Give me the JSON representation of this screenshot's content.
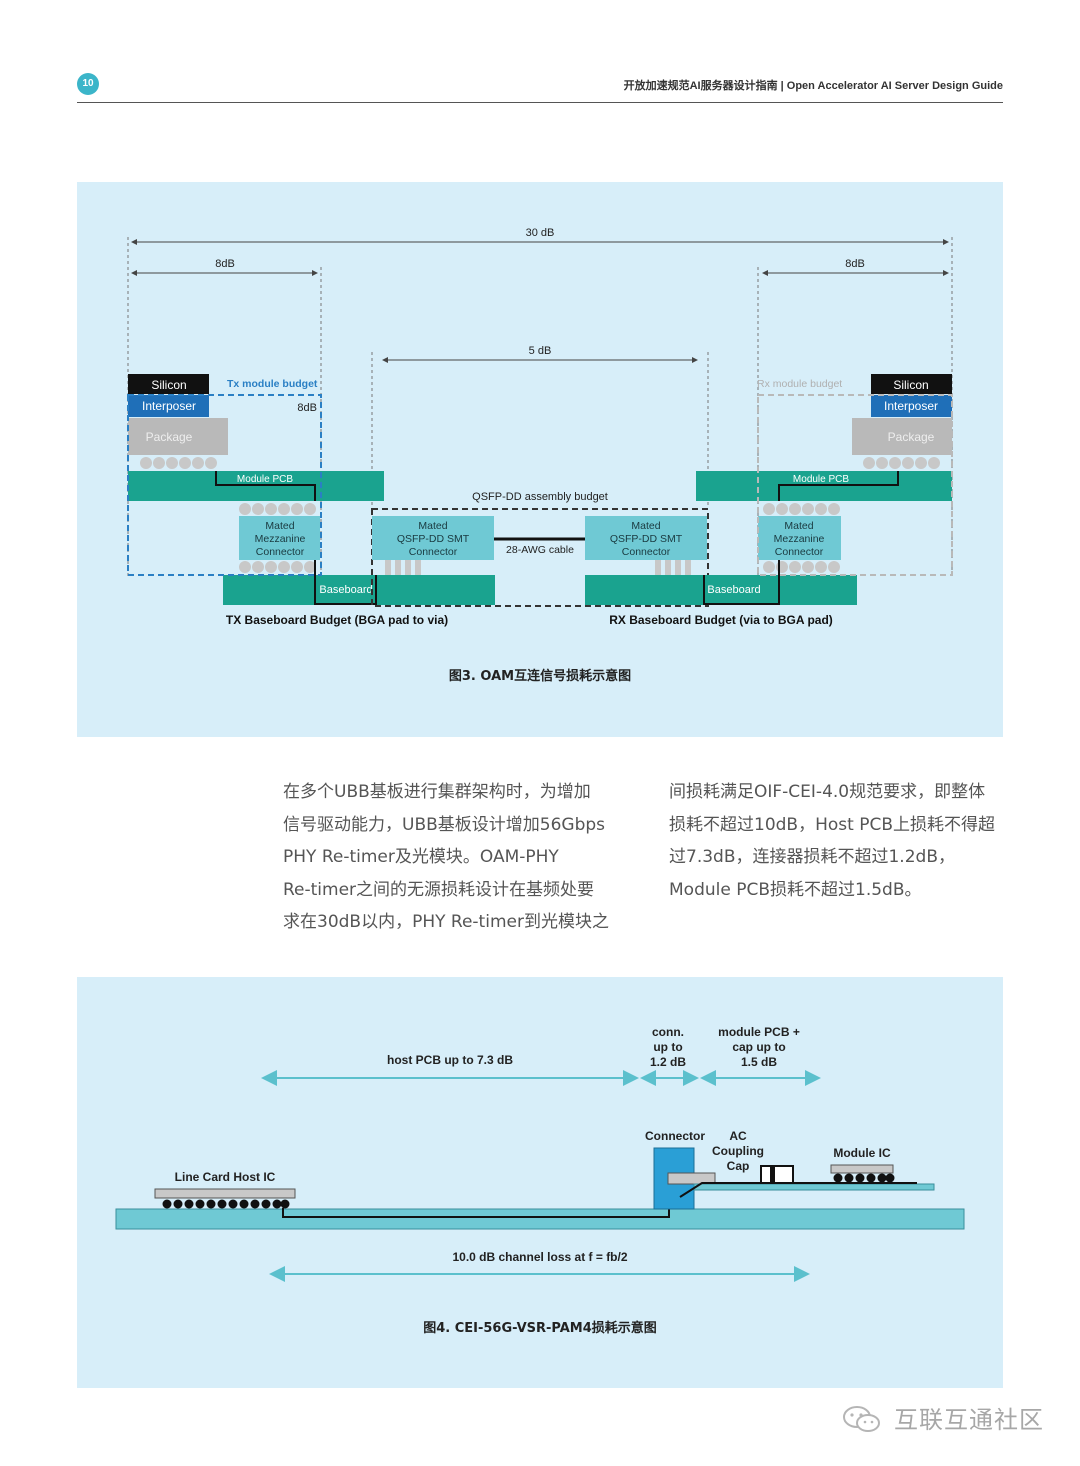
{
  "header": {
    "page_number": "10",
    "title": "开放加速规范AI服务器设计指南 | Open Accelerator AI Server Design Guide"
  },
  "figure3": {
    "dim_total": "30 dB",
    "dim_left": "8dB",
    "dim_right": "8dB",
    "dim_center": "5 dB",
    "tx_budget_label": "Tx module budget",
    "tx_budget_db": "8dB",
    "rx_budget_label": "Rx module budget",
    "silicon": "Silicon",
    "interposer": "Interposer",
    "package": "Package",
    "module_pcb": "Module PCB",
    "mezz_line1": "Mated",
    "mezz_line2": "Mezzanine",
    "mezz_line3": "Connector",
    "qsfp_line1": "Mated",
    "qsfp_line2": "QSFP-DD SMT",
    "qsfp_line3": "Connector",
    "qsfp_budget": "QSFP-DD assembly budget",
    "cable": "28-AWG cable",
    "baseboard": "Baseboard",
    "tx_baseboard_budget": "TX Baseboard Budget (BGA pad to via)",
    "rx_baseboard_budget": "RX Baseboard Budget (via to BGA pad)",
    "caption": "图3. OAM互连信号损耗示意图"
  },
  "paragraph": {
    "left_lines": [
      "在多个UBB基板进行集群架构时，为增加",
      "信号驱动能力，UBB基板设计增加56Gbps",
      "PHY Re-timer及光模块。OAM-PHY",
      "Re-timer之间的无源损耗设计在基频处要",
      "求在30dB以内，PHY Re-timer到光模块之"
    ],
    "right_lines": [
      "间损耗满足OIF-CEI-4.0规范要求，即整体",
      "损耗不超过10dB，Host PCB上损耗不得超",
      "过7.3dB，连接器损耗不超过1.2dB，",
      "Module PCB损耗不超过1.5dB。"
    ]
  },
  "figure4": {
    "host_pcb": "host PCB up to 7.3 dB",
    "conn_line1": "conn.",
    "conn_line2": "up to",
    "conn_line3": "1.2 dB",
    "mod_line1": "module PCB +",
    "mod_line2": "cap up to",
    "mod_line3": "1.5 dB",
    "connector": "Connector",
    "ac_line1": "AC",
    "ac_line2": "Coupling",
    "ac_line3": "Cap",
    "module_ic": "Module IC",
    "line_card": "Line Card Host IC",
    "channel_loss": "10.0 dB channel loss at f = fb/2",
    "caption": "图4. CEI-56G-VSR-PAM4损耗示意图"
  },
  "watermark": "互联互通社区",
  "colors": {
    "panel_bg": "#d7eef9",
    "teal_pcb": "#1aa38f",
    "interposer_blue": "#1f6fb8",
    "connector_teal": "#6fc9d4",
    "arrow_teal": "#5bc0cd",
    "tx_dash": "#2a7fc4"
  }
}
